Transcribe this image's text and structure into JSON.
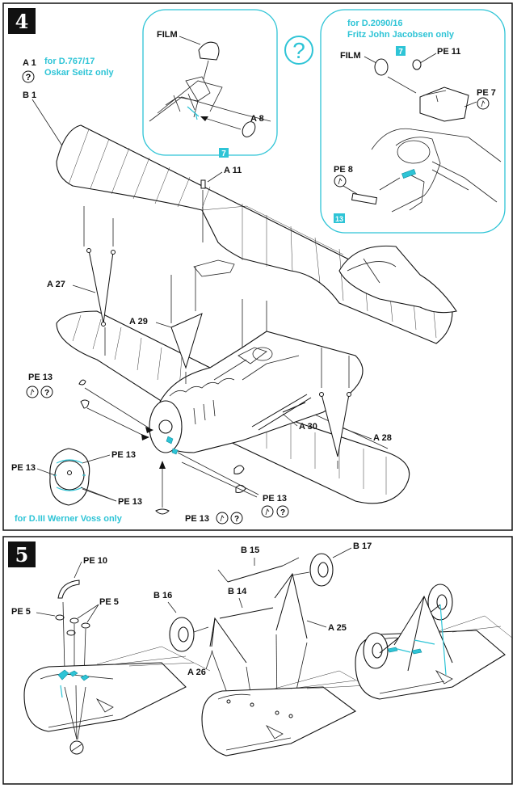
{
  "step4": {
    "number": "4",
    "labels": {
      "a1": "A 1",
      "b1": "B 1",
      "film_left": "FILM",
      "a8": "A 8",
      "a11": "A 11",
      "a27": "A 27",
      "a29": "A 29",
      "a30": "A 30",
      "a28": "A 28",
      "pe13_top": "PE 13",
      "pe13_ring": "PE 13",
      "pe13_ring_left": "PE 13",
      "pe13_ring_bottom": "PE 13",
      "pe13_right": "PE 13",
      "pe13_bottom": "PE 13",
      "film_right": "FILM",
      "pe11": "PE 11",
      "pe7": "PE 7",
      "pe8": "PE 8"
    },
    "notes": {
      "oskar_1": "for D.767/17",
      "oskar_2": "Oskar Seitz only",
      "fritz_1": "for D.2090/16",
      "fritz_2": "Fritz John Jacobsen only",
      "voss": "for D.III Werner Voss only"
    },
    "badges": {
      "seven_a": "7",
      "seven_b": "7",
      "thirteen": "13"
    },
    "symbols": {
      "question": "?"
    }
  },
  "step5": {
    "number": "5",
    "labels": {
      "pe10": "PE 10",
      "pe5_left": "PE 5",
      "pe5_right": "PE 5",
      "b15": "B 15",
      "b17": "B 17",
      "b16": "B 16",
      "b14": "B 14",
      "a25": "A 25",
      "a26": "A 26"
    }
  },
  "colors": {
    "accent": "#2ec4d6",
    "ink": "#111111",
    "badge_bg": "#111111"
  }
}
